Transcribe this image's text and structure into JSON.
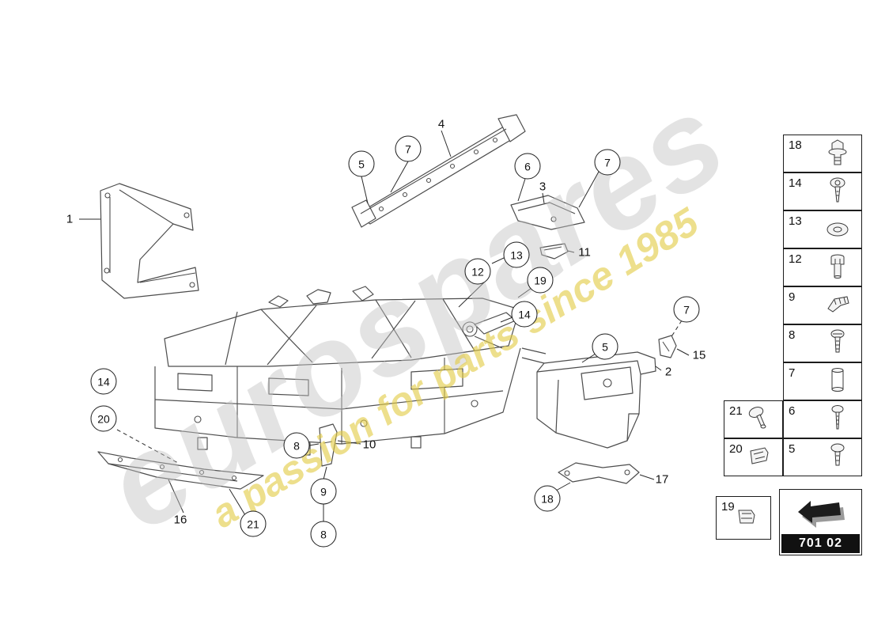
{
  "watermark": {
    "brand": "eurospares",
    "tagline": "a passion for parts since 1985"
  },
  "callouts": [
    {
      "label": "1",
      "style": "plain"
    },
    {
      "label": "4",
      "style": "plain"
    },
    {
      "label": "7",
      "style": "circled"
    },
    {
      "label": "5",
      "style": "circled"
    },
    {
      "label": "6",
      "style": "circled"
    },
    {
      "label": "3",
      "style": "plain"
    },
    {
      "label": "7",
      "style": "circled"
    },
    {
      "label": "11",
      "style": "plain"
    },
    {
      "label": "13",
      "style": "circled"
    },
    {
      "label": "12",
      "style": "circled"
    },
    {
      "label": "19",
      "style": "circled"
    },
    {
      "label": "14",
      "style": "circled"
    },
    {
      "label": "5",
      "style": "circled"
    },
    {
      "label": "7",
      "style": "circled"
    },
    {
      "label": "15",
      "style": "plain"
    },
    {
      "label": "2",
      "style": "plain"
    },
    {
      "label": "14",
      "style": "circled"
    },
    {
      "label": "20",
      "style": "circled"
    },
    {
      "label": "8",
      "style": "circled"
    },
    {
      "label": "10",
      "style": "plain"
    },
    {
      "label": "9",
      "style": "circled"
    },
    {
      "label": "8",
      "style": "circled"
    },
    {
      "label": "16",
      "style": "plain"
    },
    {
      "label": "21",
      "style": "circled"
    },
    {
      "label": "18",
      "style": "circled"
    },
    {
      "label": "17",
      "style": "plain"
    }
  ],
  "legend": {
    "column_main": [
      {
        "label": "18",
        "icon": "hex-flange-bolt"
      },
      {
        "label": "14",
        "icon": "torx-screw"
      },
      {
        "label": "13",
        "icon": "washer"
      },
      {
        "label": "12",
        "icon": "hex-standoff-bolt"
      },
      {
        "label": "9",
        "icon": "spring-clip"
      },
      {
        "label": "8",
        "icon": "pan-head-screw"
      },
      {
        "label": "7",
        "icon": "dowel-pin"
      },
      {
        "label": "6",
        "icon": "round-head-screw"
      },
      {
        "label": "5",
        "icon": "pan-head-screw"
      }
    ],
    "column_side": [
      {
        "label": "21",
        "icon": "rivet"
      },
      {
        "label": "20",
        "icon": "clip-nut"
      }
    ],
    "single": {
      "label": "19",
      "icon": "clip-nut"
    }
  },
  "part_code": "701 02"
}
